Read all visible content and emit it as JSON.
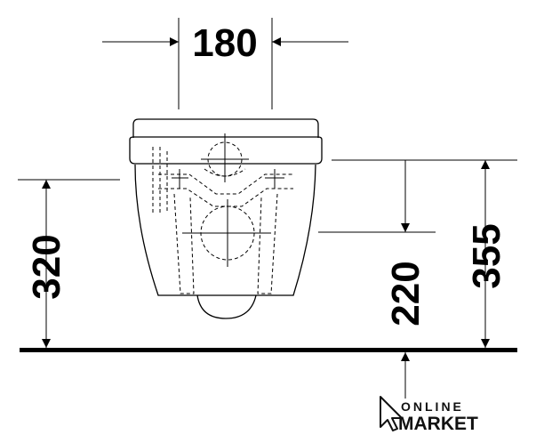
{
  "drawing": {
    "dimensions": {
      "width_top": "180",
      "left_height": "320",
      "mid_height": "220",
      "right_height": "355"
    },
    "colors": {
      "line": "#000000",
      "background": "#ffffff"
    }
  },
  "watermark": {
    "line1": "ONLINE",
    "line2": "MARKET",
    "icon": "cursor-arrow-icon"
  }
}
